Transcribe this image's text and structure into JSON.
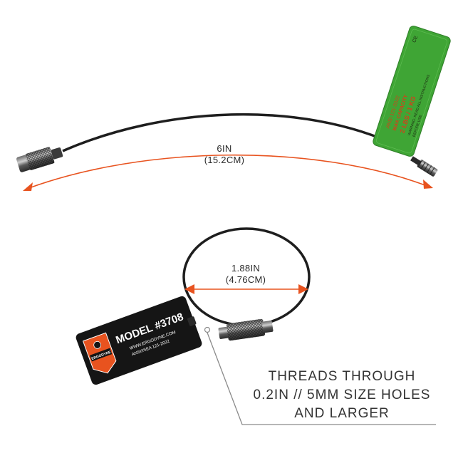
{
  "colors": {
    "accent_arrow": "#e8531f",
    "cable": "#1e1e1e",
    "tag_green": "#3fa535",
    "tag_black": "#151515",
    "callout_line": "#8a8a8a"
  },
  "top_dimension": {
    "length": "6IN",
    "length_metric": "(15.2CM)"
  },
  "loop_dimension": {
    "length": "1.88IN",
    "length_metric": "(4.76CM)"
  },
  "green_tag": {
    "text_line_1": "ANSI 121-2022",
    "text_line_2": "MAX CAPACITY",
    "text_line_3": "2 LBS / 1 KG",
    "text_line_4": "WARNING: READ ALL INSTRUCTIONS",
    "text_line_5": "BEFORE USE",
    "mark": "CE"
  },
  "black_tag": {
    "model": "MODEL #3708",
    "website": "WWW.ERGODYNE.COM",
    "standard": "ANSI/ISEA 121-2022",
    "brand_logo_text": "ERGODYNE"
  },
  "callout": {
    "line_1": "THREADS THROUGH",
    "line_2": "0.2IN // 5MM SIZE HOLES",
    "line_3": "AND LARGER"
  },
  "icons": {
    "top_arrow": "double-headed-arc-arrow",
    "loop_arrow": "double-headed-straight-arrow",
    "connector": "knurled-screw-gate-connector"
  }
}
